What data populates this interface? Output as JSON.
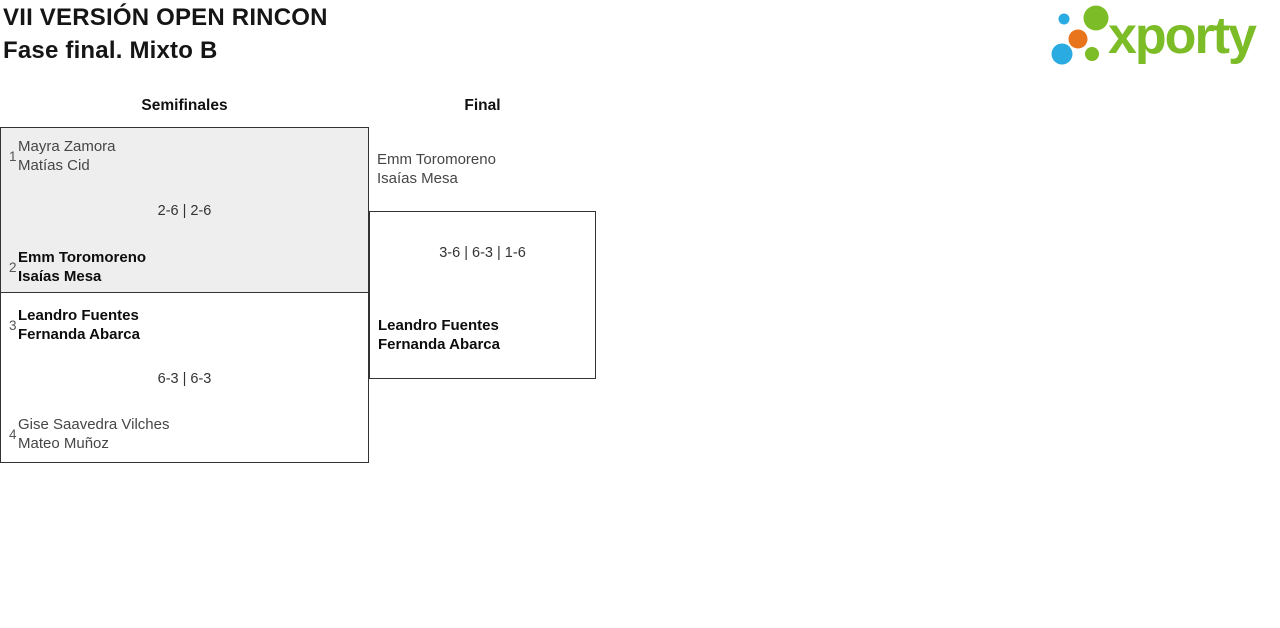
{
  "page": {
    "title": "VII VERSIÓN OPEN RINCON",
    "subtitle": "Fase final. Mixto B"
  },
  "logo": {
    "brand": "xporty",
    "colors": {
      "green": "#7cbc27",
      "blue": "#2aabe2",
      "orange": "#e8741c"
    }
  },
  "bracket": {
    "rounds": [
      {
        "label": "Semifinales"
      },
      {
        "label": "Final"
      }
    ],
    "semifinals": [
      {
        "seed_top": "1",
        "team_top": [
          "Mayra Zamora",
          "Matías Cid"
        ],
        "score": "2-6 | 2-6",
        "seed_bottom": "2",
        "team_bottom": [
          "Emm Toromoreno",
          "Isaías Mesa"
        ],
        "winner": "bottom",
        "highlighted": true
      },
      {
        "seed_top": "3",
        "team_top": [
          "Leandro Fuentes",
          "Fernanda Abarca"
        ],
        "score": "6-3 | 6-3",
        "seed_bottom": "4",
        "team_bottom": [
          "Gise Saavedra Vilches",
          "Mateo Muñoz"
        ],
        "winner": "top",
        "highlighted": false
      }
    ],
    "final": {
      "team_top": [
        "Emm Toromoreno",
        "Isaías Mesa"
      ],
      "score": "3-6 | 6-3 | 1-6",
      "team_bottom": [
        "Leandro Fuentes",
        "Fernanda Abarca"
      ],
      "winner": "bottom"
    }
  },
  "colors": {
    "match_border": "#333333",
    "highlight_bg": "#eeeeee",
    "winner_text": "#0d0d0d",
    "loser_text": "#464646"
  }
}
